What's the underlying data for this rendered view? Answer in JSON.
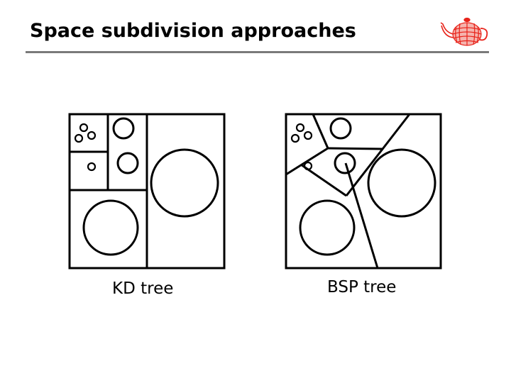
{
  "slide": {
    "title": "Space subdivision approaches"
  },
  "logo": {
    "icon": "teapot-wireframe-icon",
    "color": "#e8231a"
  },
  "diagrams": {
    "kd": {
      "caption": "KD tree"
    },
    "bsp": {
      "caption": "BSP tree"
    }
  }
}
